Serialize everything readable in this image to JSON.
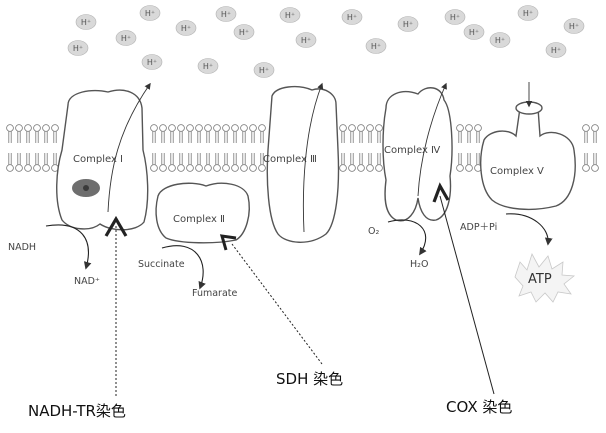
{
  "proton_label": "H⁺",
  "proton_count": 21,
  "complexes": {
    "c1": "Complex Ⅰ",
    "c2": "Complex Ⅱ",
    "c3": "Complex Ⅲ",
    "c4": "Complex Ⅳ",
    "c5": "Complex Ⅴ"
  },
  "molecules": {
    "nadh": "NADH",
    "nad": "NAD⁺",
    "succinate": "Succinate",
    "fumarate": "Fumarate",
    "o2": "O₂",
    "h2o": "H₂O",
    "adp_pi": "ADP＋Pi",
    "atp": "ATP"
  },
  "stains": {
    "nadh_tr": "NADH-TR染色",
    "sdh": "SDH 染色",
    "cox": "COX 染色"
  },
  "colors": {
    "outline": "#555555",
    "proton_fill": "#d9d9d9",
    "fmn_spot": "#6e6e6e",
    "pointer": "#222222"
  }
}
